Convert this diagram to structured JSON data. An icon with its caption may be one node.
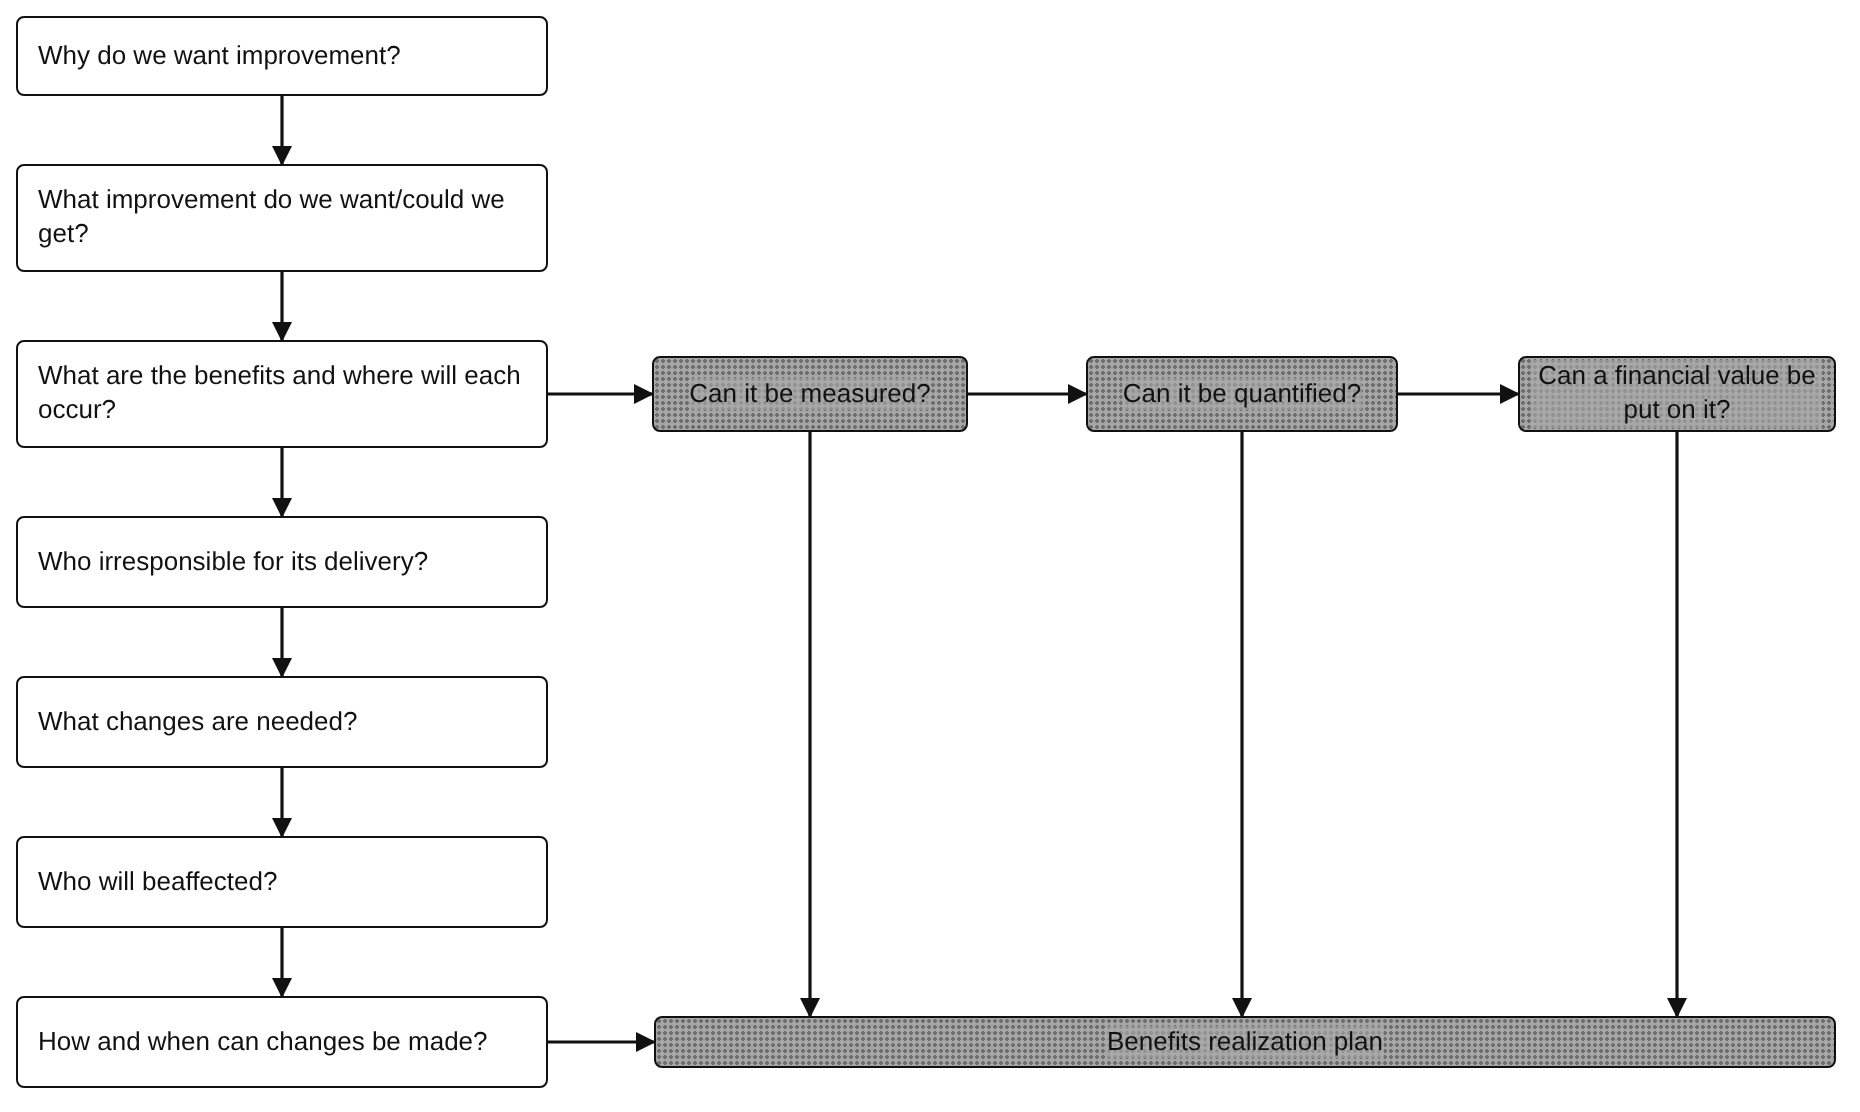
{
  "diagram": {
    "nodes": [
      {
        "text": [
          "Why do we want improvement?"
        ]
      },
      {
        "text": [
          "What improvement do we want/could we get?"
        ]
      },
      {
        "text": [
          "What are the benefits and where will each occur?"
        ]
      },
      {
        "text": [
          "Who irresponsible for its delivery?"
        ]
      },
      {
        "text": [
          "What changes are needed?"
        ]
      },
      {
        "text": [
          "Who will beaffected?"
        ]
      },
      {
        "text": [
          "How and when can changes be made?"
        ]
      },
      {
        "text": [
          "Can it be measured?"
        ]
      },
      {
        "text": [
          "Can it be quantified?"
        ]
      },
      {
        "text": [
          "Can a financial value be put on it?"
        ]
      },
      {
        "text": [
          "Benefits realization plan"
        ]
      }
    ],
    "edges": [
      {
        "from": 0,
        "to": 1,
        "arrow": "to"
      },
      {
        "from": 1,
        "to": 2,
        "arrow": "to"
      },
      {
        "from": 2,
        "to": 3,
        "arrow": "to"
      },
      {
        "from": 3,
        "to": 4,
        "arrow": "to"
      },
      {
        "from": 4,
        "to": 5,
        "arrow": "to"
      },
      {
        "from": 5,
        "to": 6,
        "arrow": "to"
      },
      {
        "from": 2,
        "to": 7,
        "arrow": "to"
      },
      {
        "from": 7,
        "to": 8,
        "arrow": "to"
      },
      {
        "from": 8,
        "to": 9,
        "arrow": "to"
      },
      {
        "from": 7,
        "to": 10,
        "arrow": "to"
      },
      {
        "from": 8,
        "to": 10,
        "arrow": "to"
      },
      {
        "from": 9,
        "to": 10,
        "arrow": "to"
      },
      {
        "from": 6,
        "to": 10,
        "arrow": "to"
      }
    ]
  }
}
